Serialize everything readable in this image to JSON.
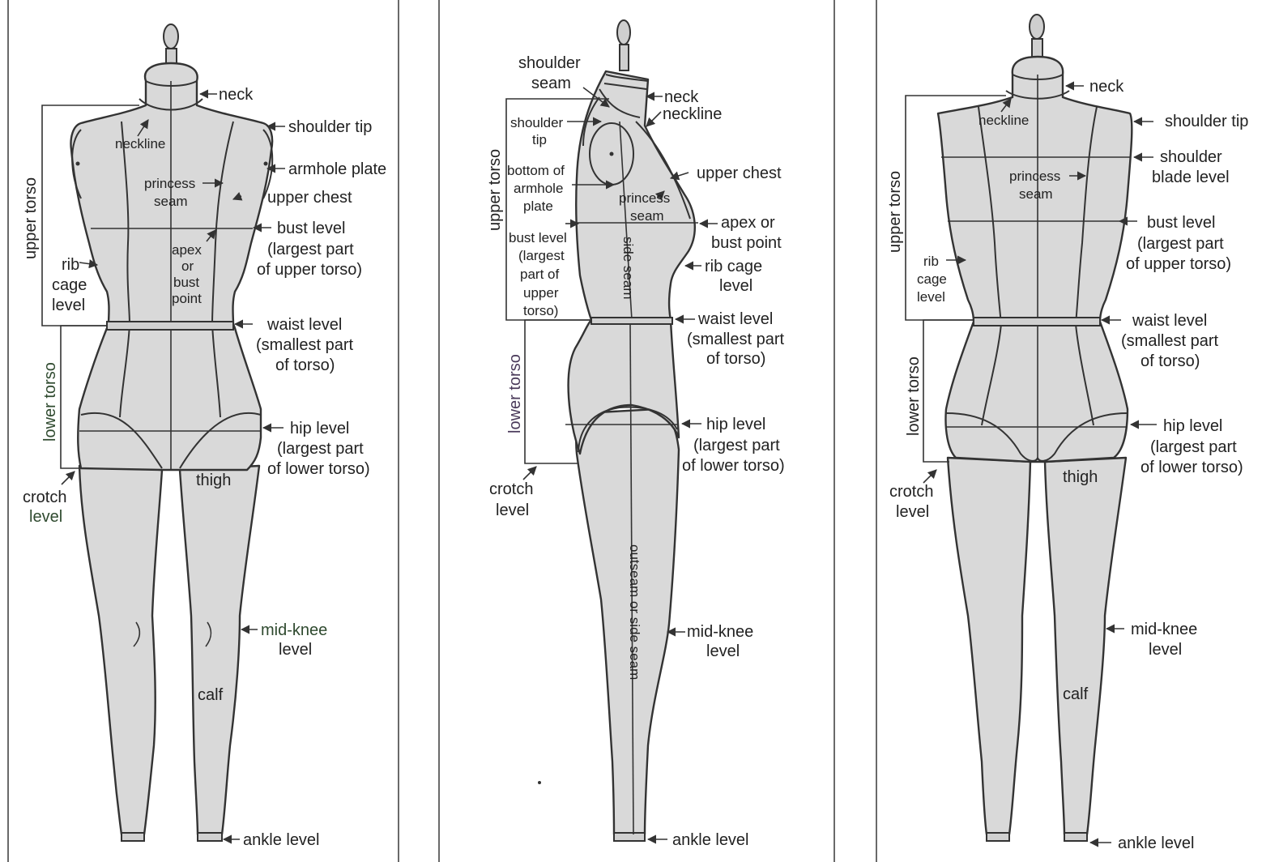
{
  "panels": {
    "front": {
      "labels": {
        "neck": "neck",
        "neckline": "neckline",
        "shoulder_tip": "shoulder tip",
        "armhole_plate": "armhole plate",
        "princess_seam_1": "princess",
        "princess_seam_2": "seam",
        "upper_chest": "upper chest",
        "bust_level_1": "bust level",
        "bust_level_2": "(largest part",
        "bust_level_3": "of upper torso)",
        "apex_1": "apex",
        "apex_2": "or",
        "apex_3": "bust",
        "apex_4": "point",
        "rib_1": "rib",
        "rib_2": "cage",
        "rib_3": "level",
        "waist_1": "waist level",
        "waist_2": "(smallest part",
        "waist_3": "of torso)",
        "upper_torso": "upper torso",
        "lower_torso": "lower torso",
        "hip_1": "hip level",
        "hip_2": "(largest part",
        "hip_3": "of lower torso)",
        "crotch_1": "crotch",
        "crotch_2": "level",
        "thigh": "thigh",
        "mid_knee_1": "mid-knee",
        "mid_knee_2": "level",
        "calf": "calf",
        "ankle": "ankle level"
      }
    },
    "side": {
      "labels": {
        "shoulder_seam_1": "shoulder",
        "shoulder_seam_2": "seam",
        "neck": "neck",
        "neckline": "neckline",
        "shoulder_tip_1": "shoulder",
        "shoulder_tip_2": "tip",
        "bottom_armhole_1": "bottom of",
        "bottom_armhole_2": "armhole",
        "bottom_armhole_3": "plate",
        "upper_chest": "upper chest",
        "princess_1": "princess",
        "princess_2": "seam",
        "apex_1": "apex or",
        "apex_2": "bust point",
        "bust_1": "bust level",
        "bust_2": "(largest",
        "bust_3": "part of",
        "bust_4": "upper",
        "bust_5": "torso)",
        "side_seam": "side seam",
        "rib_1": "rib cage",
        "rib_2": "level",
        "upper_torso": "upper torso",
        "waist_1": "waist level",
        "waist_2": "(smallest part",
        "waist_3": "of torso)",
        "lower_torso": "lower torso",
        "hip_1": "hip level",
        "hip_2": "(largest part",
        "hip_3": "of lower torso)",
        "crotch_1": "crotch",
        "crotch_2": "level",
        "outseam": "outseam or side seam",
        "mid_knee_1": "mid-knee",
        "mid_knee_2": "level",
        "ankle": "ankle level"
      }
    },
    "back": {
      "labels": {
        "neck": "neck",
        "neckline": "neckline",
        "shoulder_tip": "shoulder tip",
        "shoulder_blade_1": "shoulder",
        "shoulder_blade_2": "blade level",
        "princess_1": "princess",
        "princess_2": "seam",
        "bust_1": "bust level",
        "bust_2": "(largest part",
        "bust_3": "of upper torso)",
        "rib_1": "rib",
        "rib_2": "cage",
        "rib_3": "level",
        "upper_torso": "upper torso",
        "waist_1": "waist level",
        "waist_2": "(smallest part",
        "waist_3": "of torso)",
        "lower_torso": "lower torso",
        "hip_1": "hip level",
        "hip_2": "(largest part",
        "hip_3": "of lower torso)",
        "crotch_1": "crotch",
        "crotch_2": "level",
        "thigh": "thigh",
        "mid_knee_1": "mid-knee",
        "mid_knee_2": "level",
        "calf": "calf",
        "ankle": "ankle level"
      }
    }
  },
  "colors": {
    "figure_fill": "#d9d9d9",
    "outline": "#333333",
    "lower_torso_label": "#4a3a5a",
    "crotch_label_front": "#2f4a2f"
  }
}
